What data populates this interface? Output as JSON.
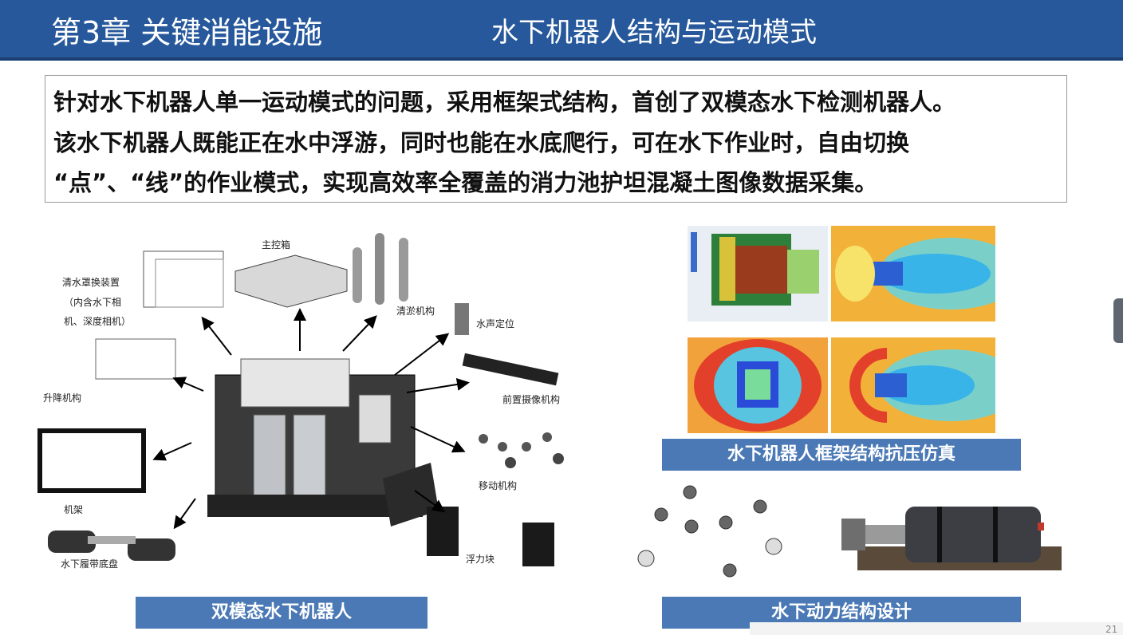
{
  "header": {
    "chapter": "第3章 关键消能设施",
    "title": "水下机器人结构与运动模式"
  },
  "intro": {
    "line1": "针对水下机器人单一运动模式的问题，采用框架式结构，首创了双模态水下检测机器人。",
    "line2": "该水下机器人既能正在水中浮游，同时也能在水底爬行，可在水下作业时，自由切换",
    "line3": "“点”、“线”的作业模式，实现高效率全覆盖的消力池护坦混凝土图像数据采集。"
  },
  "diagram_labels": {
    "main_box": "主控箱",
    "clean_cover_1": "清水罩换装置",
    "clean_cover_2": "（内含水下相",
    "clean_cover_3": "机、深度相机）",
    "lift": "升降机构",
    "frame": "机架",
    "crawler": "水下履带底盘",
    "dredge": "清淤机构",
    "sonar": "水声定位",
    "front_camera": "前置摄像机构",
    "move": "移动机构",
    "buoyancy": "浮力块"
  },
  "captions": {
    "left": "双模态水下机器人",
    "right_top": "水下机器人框架结构抗压仿真",
    "right_bottom": "水下动力结构设计"
  },
  "page_number": "21",
  "colors": {
    "header_bg": "#26589b",
    "caption_bg": "#4a79b5"
  }
}
